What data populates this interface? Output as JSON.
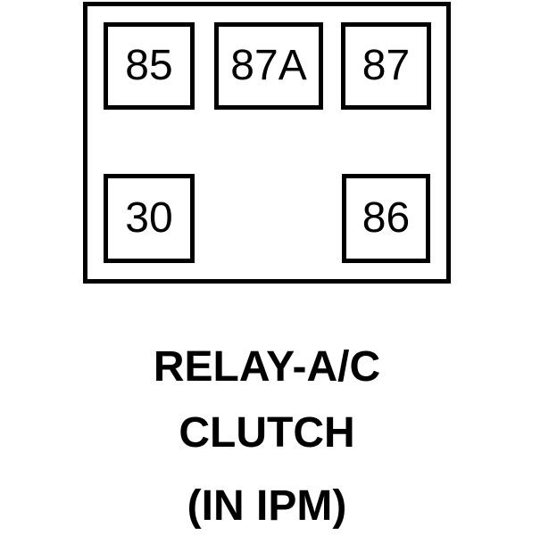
{
  "relay": {
    "pins": [
      {
        "label": "85"
      },
      {
        "label": "87A"
      },
      {
        "label": "87"
      },
      {
        "label": "30"
      },
      {
        "label": "86"
      }
    ],
    "caption_lines": [
      "RELAY-A/C",
      "CLUTCH",
      "(IN IPM)"
    ],
    "colors": {
      "stroke": "#000000",
      "background": "#ffffff"
    }
  }
}
